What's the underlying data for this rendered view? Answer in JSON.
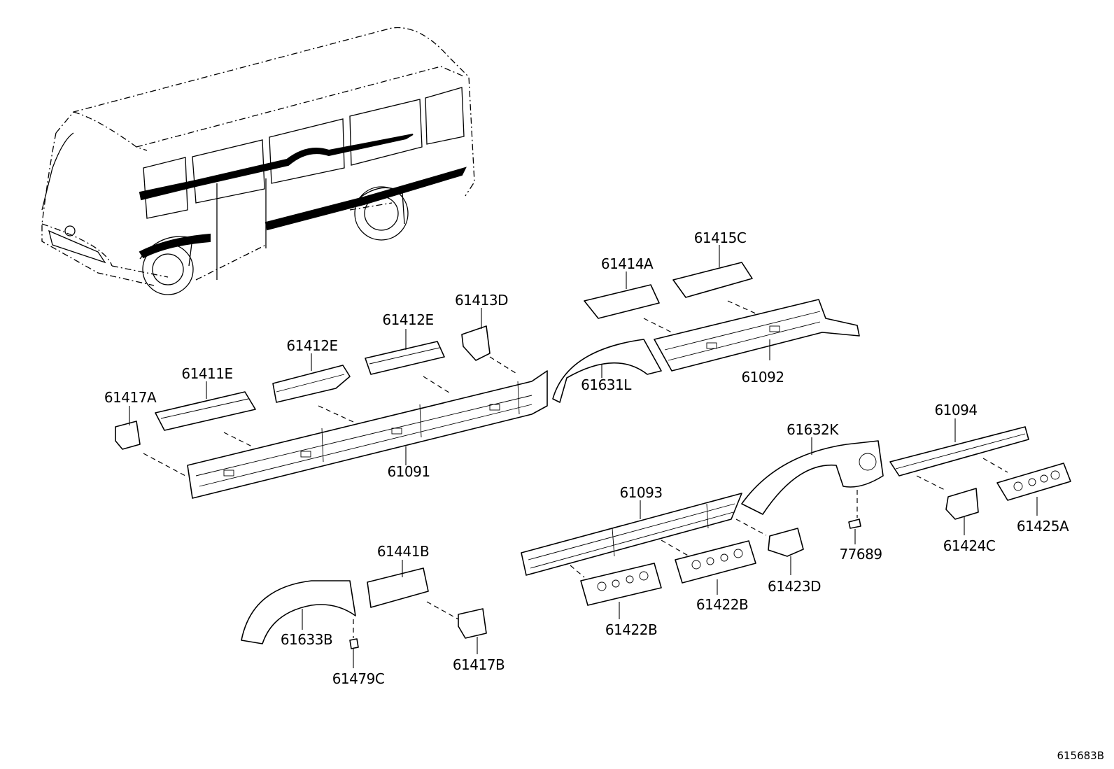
{
  "figure_id": "615683B",
  "parts": [
    {
      "id": "p-61411E",
      "label": "61411E"
    },
    {
      "id": "p-61412E-a",
      "label": "61412E"
    },
    {
      "id": "p-61412E-b",
      "label": "61412E"
    },
    {
      "id": "p-61413D",
      "label": "61413D"
    },
    {
      "id": "p-61414A",
      "label": "61414A"
    },
    {
      "id": "p-61415C",
      "label": "61415C"
    },
    {
      "id": "p-61417A",
      "label": "61417A"
    },
    {
      "id": "p-61091",
      "label": "61091"
    },
    {
      "id": "p-61631L",
      "label": "61631L"
    },
    {
      "id": "p-61092",
      "label": "61092"
    },
    {
      "id": "p-61632K",
      "label": "61632K"
    },
    {
      "id": "p-61094",
      "label": "61094"
    },
    {
      "id": "p-61093",
      "label": "61093"
    },
    {
      "id": "p-61441B",
      "label": "61441B"
    },
    {
      "id": "p-61633B",
      "label": "61633B"
    },
    {
      "id": "p-61479C",
      "label": "61479C"
    },
    {
      "id": "p-61417B",
      "label": "61417B"
    },
    {
      "id": "p-61422B-a",
      "label": "61422B"
    },
    {
      "id": "p-61422B-b",
      "label": "61422B"
    },
    {
      "id": "p-61423D",
      "label": "61423D"
    },
    {
      "id": "p-77689",
      "label": "77689"
    },
    {
      "id": "p-61424C",
      "label": "61424C"
    },
    {
      "id": "p-61425A",
      "label": "61425A"
    }
  ]
}
